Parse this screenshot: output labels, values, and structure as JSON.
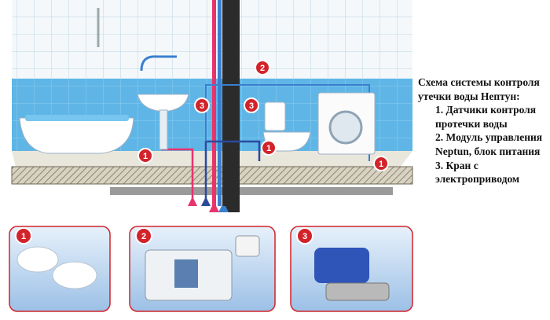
{
  "legend": {
    "title": "Схема системы контроля утечки воды Нептун:",
    "items": [
      {
        "number": "1.",
        "text": "Датчики контроля протечки воды"
      },
      {
        "number": "2.",
        "text": "Модуль управления Neptun, блок питания"
      },
      {
        "number": "3.",
        "text": "Кран с электроприводом"
      }
    ]
  },
  "badges": {
    "sensor": "1",
    "module": "2",
    "valve": "3"
  },
  "colors": {
    "badge": "#d2232a",
    "tile_blue": "#5fb6e6",
    "hot_pipe": "#e8336b",
    "cold_pipe": "#3a7fd0",
    "cable": "#2b4a9c"
  }
}
